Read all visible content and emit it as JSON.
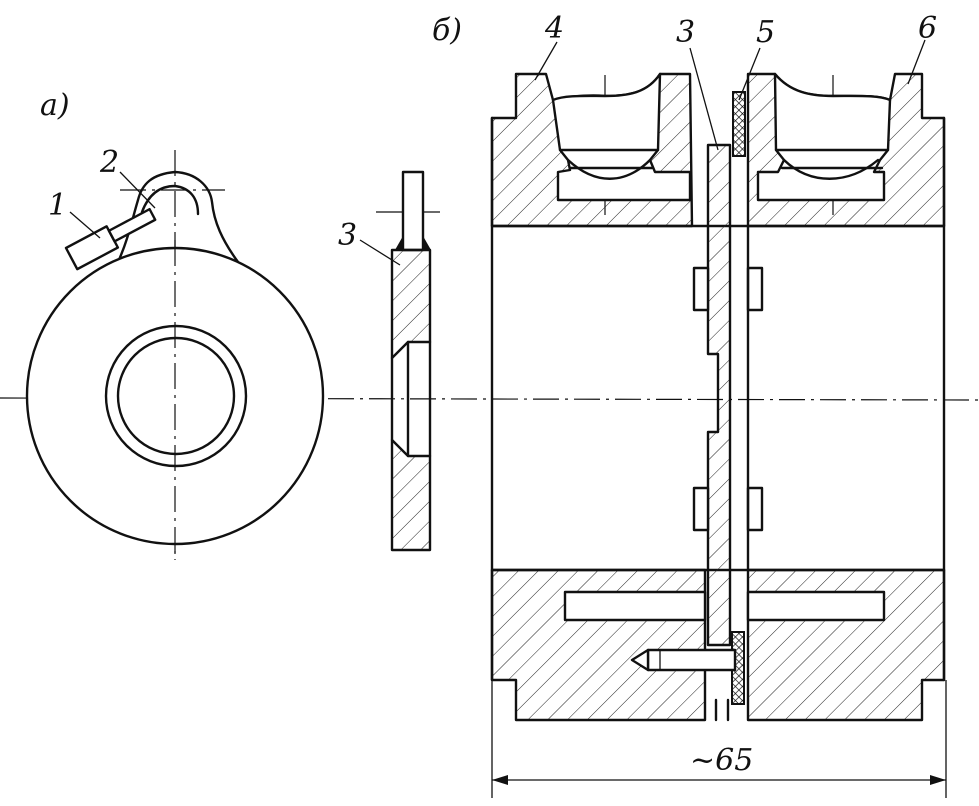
{
  "view_labels": {
    "a": "а)",
    "b": "б)"
  },
  "part_labels": {
    "p1": "1",
    "p2": "2",
    "p3_left": "3",
    "p3_right": "3",
    "p4": "4",
    "p5": "5",
    "p6": "6"
  },
  "dimension": {
    "width_label": "~65"
  }
}
